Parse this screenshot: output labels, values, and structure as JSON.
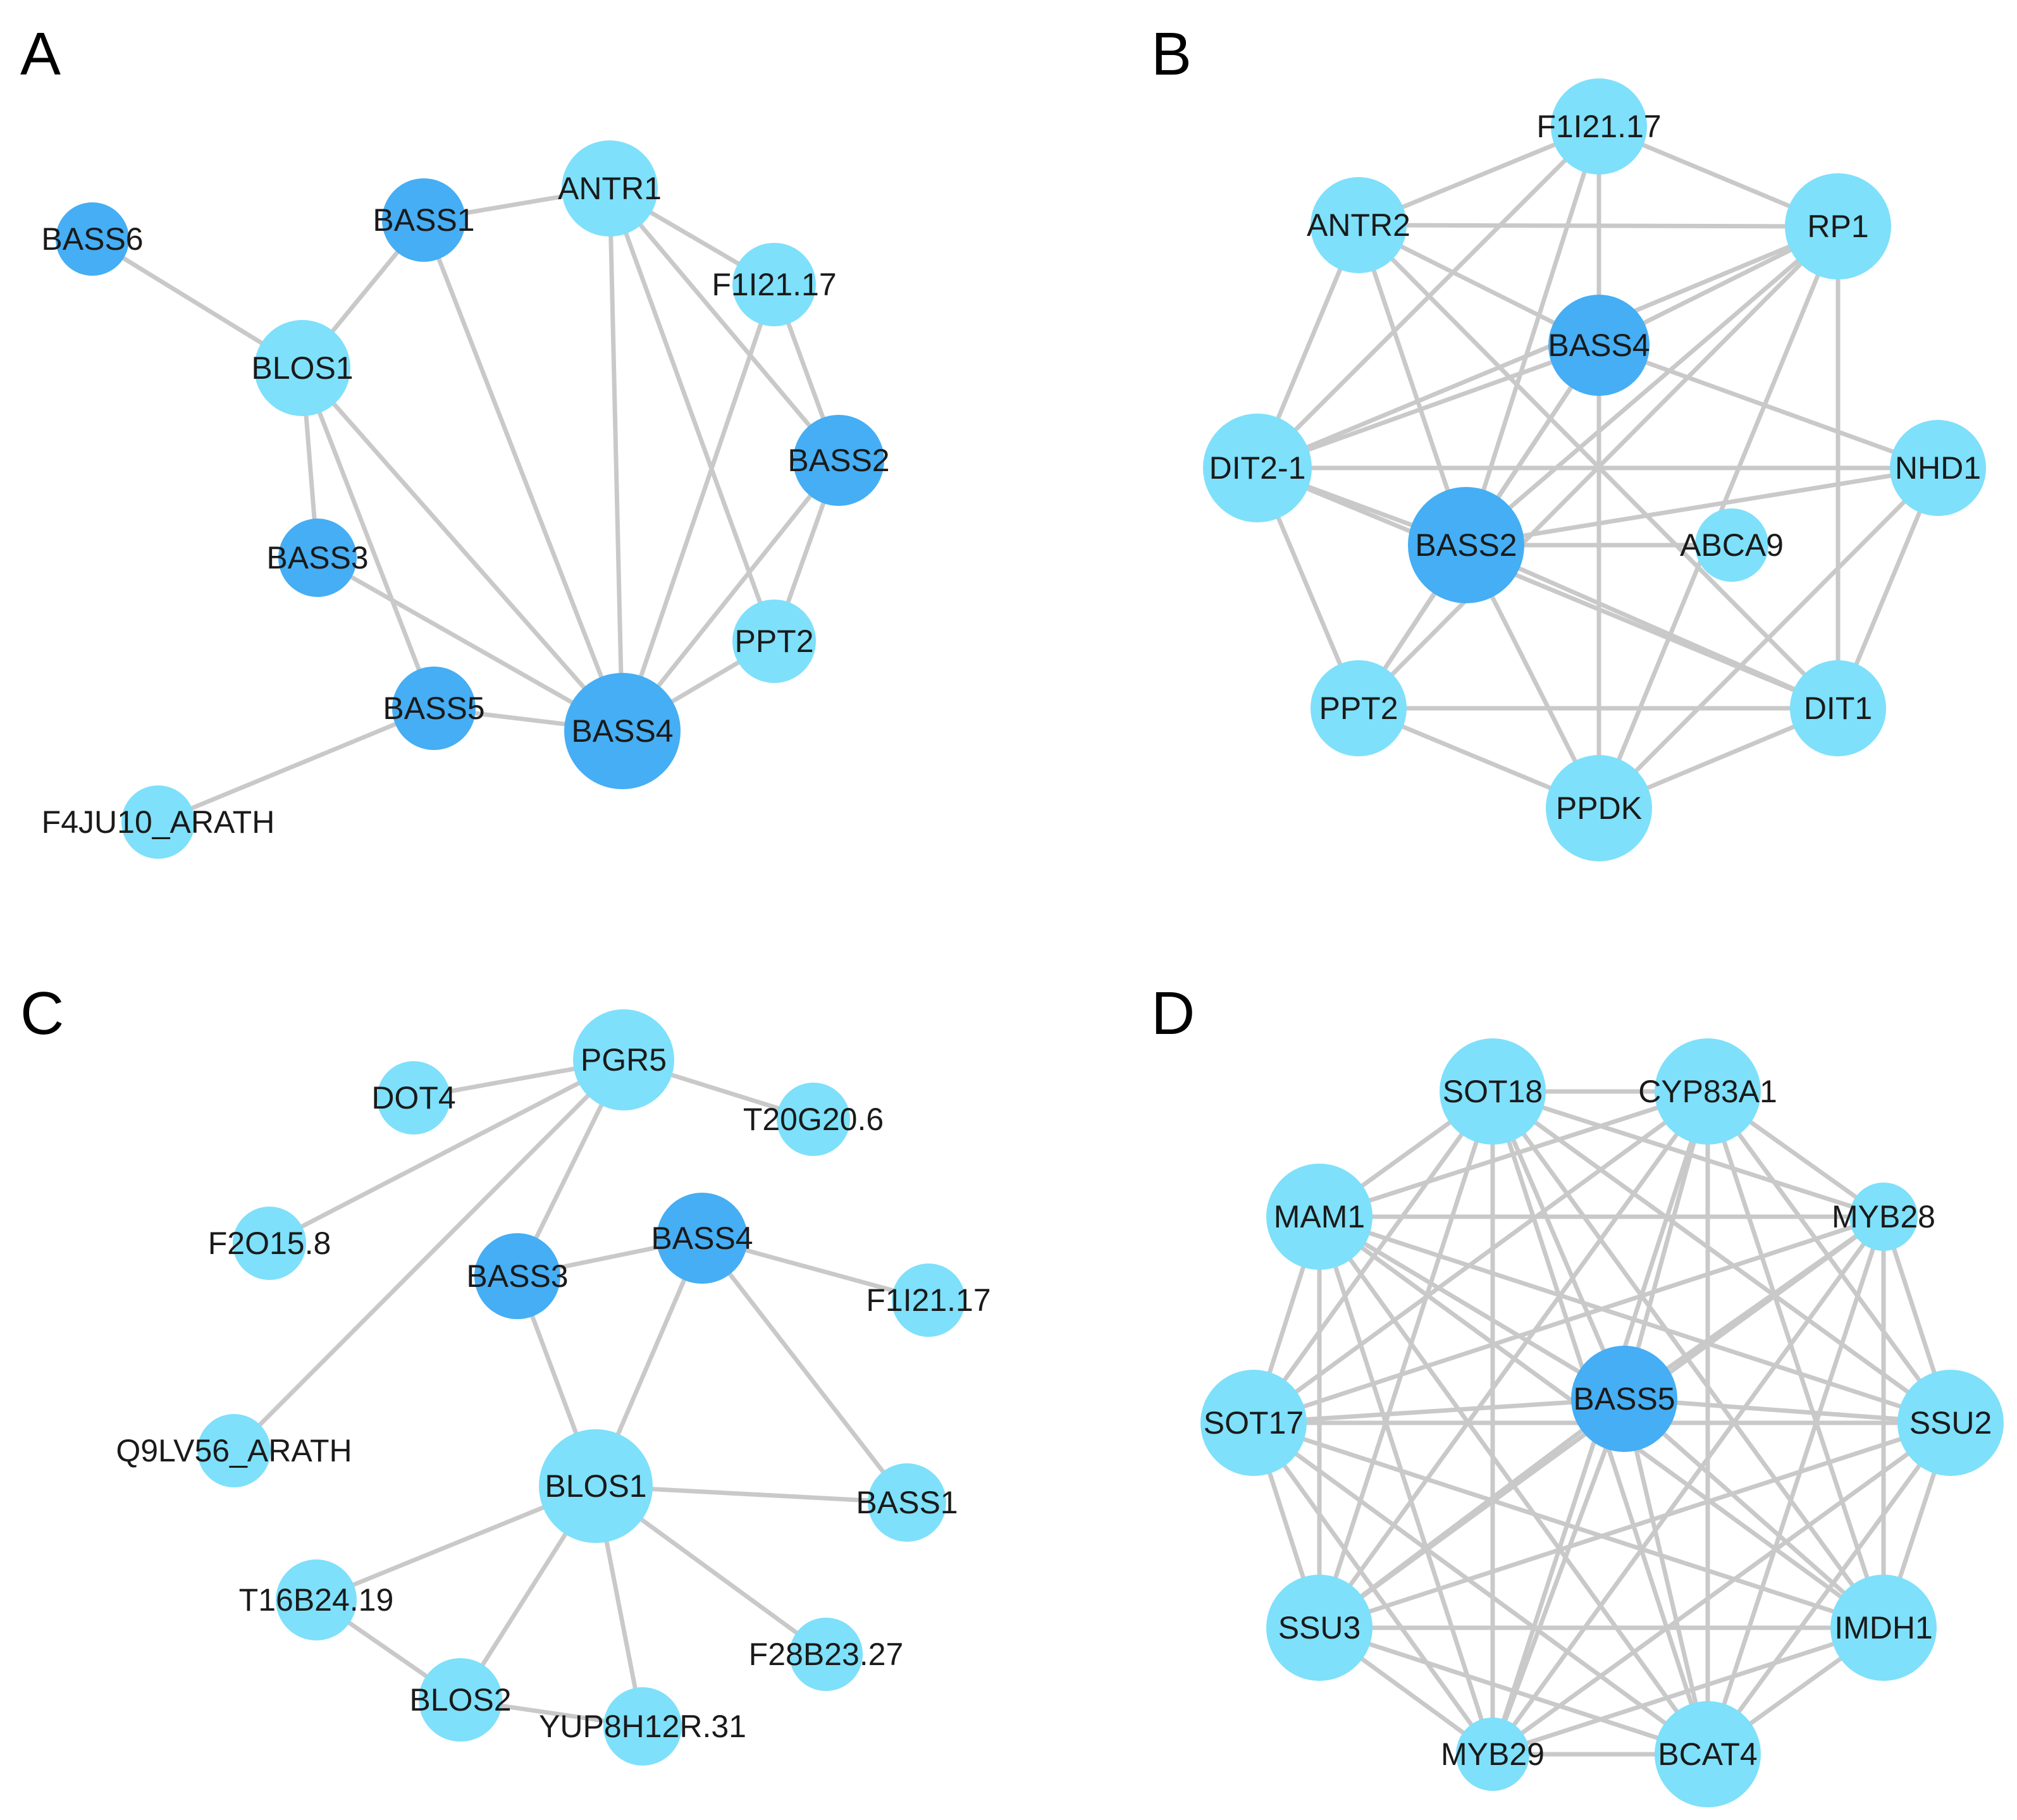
{
  "colors": {
    "hub_node": "#45AEF4",
    "regular_node": "#7EE0FA",
    "edge": "#c9c9c9",
    "label": "#1a1a1a"
  },
  "panels": [
    {
      "letter": "A",
      "nodes": [
        {
          "label": "BASS6",
          "type": "hub"
        },
        {
          "label": "BASS1",
          "type": "hub"
        },
        {
          "label": "ANTR1",
          "type": "regular"
        },
        {
          "label": "F1I21.17",
          "type": "regular"
        },
        {
          "label": "BLOS1",
          "type": "regular"
        },
        {
          "label": "BASS2",
          "type": "hub"
        },
        {
          "label": "BASS3",
          "type": "hub"
        },
        {
          "label": "PPT2",
          "type": "regular"
        },
        {
          "label": "BASS5",
          "type": "hub"
        },
        {
          "label": "BASS4",
          "type": "hub"
        },
        {
          "label": "F4JU10_ARATH",
          "type": "regular"
        }
      ],
      "edges": [
        [
          "BASS6",
          "BLOS1"
        ],
        [
          "BLOS1",
          "BASS1"
        ],
        [
          "BASS1",
          "ANTR1"
        ],
        [
          "BASS1",
          "BASS4"
        ],
        [
          "BLOS1",
          "BASS3"
        ],
        [
          "BLOS1",
          "BASS5"
        ],
        [
          "BLOS1",
          "BASS4"
        ],
        [
          "ANTR1",
          "F1I21.17"
        ],
        [
          "ANTR1",
          "BASS2"
        ],
        [
          "ANTR1",
          "BASS4"
        ],
        [
          "ANTR1",
          "PPT2"
        ],
        [
          "F1I21.17",
          "BASS2"
        ],
        [
          "F1I21.17",
          "BASS4"
        ],
        [
          "BASS2",
          "PPT2"
        ],
        [
          "BASS2",
          "BASS4"
        ],
        [
          "BASS3",
          "BASS4"
        ],
        [
          "BASS5",
          "BASS4"
        ],
        [
          "PPT2",
          "BASS4"
        ],
        [
          "BASS5",
          "F4JU10_ARATH"
        ]
      ]
    },
    {
      "letter": "B",
      "nodes": [
        {
          "label": "F1I21.17",
          "type": "regular"
        },
        {
          "label": "ANTR2",
          "type": "regular"
        },
        {
          "label": "RP1",
          "type": "regular"
        },
        {
          "label": "BASS4",
          "type": "hub"
        },
        {
          "label": "DIT2-1",
          "type": "regular"
        },
        {
          "label": "NHD1",
          "type": "regular"
        },
        {
          "label": "BASS2",
          "type": "hub"
        },
        {
          "label": "ABCA9",
          "type": "regular"
        },
        {
          "label": "PPT2",
          "type": "regular"
        },
        {
          "label": "DIT1",
          "type": "regular"
        },
        {
          "label": "PPDK",
          "type": "regular"
        }
      ],
      "edges": [
        [
          "F1I21.17",
          "ANTR2"
        ],
        [
          "F1I21.17",
          "RP1"
        ],
        [
          "F1I21.17",
          "BASS4"
        ],
        [
          "F1I21.17",
          "DIT2-1"
        ],
        [
          "F1I21.17",
          "BASS2"
        ],
        [
          "ANTR2",
          "RP1"
        ],
        [
          "ANTR2",
          "BASS4"
        ],
        [
          "ANTR2",
          "DIT2-1"
        ],
        [
          "ANTR2",
          "BASS2"
        ],
        [
          "ANTR2",
          "DIT1"
        ],
        [
          "RP1",
          "BASS4"
        ],
        [
          "RP1",
          "DIT2-1"
        ],
        [
          "RP1",
          "BASS2"
        ],
        [
          "RP1",
          "PPT2"
        ],
        [
          "RP1",
          "DIT1"
        ],
        [
          "RP1",
          "PPDK"
        ],
        [
          "BASS4",
          "DIT2-1"
        ],
        [
          "BASS4",
          "NHD1"
        ],
        [
          "BASS4",
          "BASS2"
        ],
        [
          "BASS4",
          "PPT2"
        ],
        [
          "BASS4",
          "PPDK"
        ],
        [
          "DIT2-1",
          "NHD1"
        ],
        [
          "DIT2-1",
          "BASS2"
        ],
        [
          "DIT2-1",
          "PPT2"
        ],
        [
          "DIT2-1",
          "DIT1"
        ],
        [
          "NHD1",
          "BASS2"
        ],
        [
          "NHD1",
          "DIT1"
        ],
        [
          "NHD1",
          "PPDK"
        ],
        [
          "BASS2",
          "ABCA9"
        ],
        [
          "BASS2",
          "PPT2"
        ],
        [
          "BASS2",
          "DIT1"
        ],
        [
          "BASS2",
          "PPDK"
        ],
        [
          "PPT2",
          "DIT1"
        ],
        [
          "PPT2",
          "PPDK"
        ],
        [
          "DIT1",
          "PPDK"
        ]
      ]
    },
    {
      "letter": "C",
      "nodes": [
        {
          "label": "PGR5",
          "type": "regular"
        },
        {
          "label": "DOT4",
          "type": "regular"
        },
        {
          "label": "T20G20.6",
          "type": "regular"
        },
        {
          "label": "F2O15.8",
          "type": "regular"
        },
        {
          "label": "BASS4",
          "type": "hub"
        },
        {
          "label": "BASS3",
          "type": "hub"
        },
        {
          "label": "F1I21.17",
          "type": "regular"
        },
        {
          "label": "Q9LV56_ARATH",
          "type": "regular"
        },
        {
          "label": "BLOS1",
          "type": "regular"
        },
        {
          "label": "BASS1",
          "type": "regular"
        },
        {
          "label": "T16B24.19",
          "type": "regular"
        },
        {
          "label": "F28B23.27",
          "type": "regular"
        },
        {
          "label": "BLOS2",
          "type": "regular"
        },
        {
          "label": "YUP8H12R.31",
          "type": "regular"
        }
      ],
      "edges": [
        [
          "PGR5",
          "DOT4"
        ],
        [
          "PGR5",
          "T20G20.6"
        ],
        [
          "PGR5",
          "F2O15.8"
        ],
        [
          "PGR5",
          "BASS3"
        ],
        [
          "PGR5",
          "Q9LV56_ARATH"
        ],
        [
          "BASS3",
          "BASS4"
        ],
        [
          "BASS4",
          "F1I21.17"
        ],
        [
          "BASS4",
          "BLOS1"
        ],
        [
          "BASS4",
          "BASS1"
        ],
        [
          "BASS3",
          "BLOS1"
        ],
        [
          "BLOS1",
          "BASS1"
        ],
        [
          "BLOS1",
          "T16B24.19"
        ],
        [
          "BLOS1",
          "F28B23.27"
        ],
        [
          "BLOS1",
          "BLOS2"
        ],
        [
          "BLOS1",
          "YUP8H12R.31"
        ],
        [
          "T16B24.19",
          "BLOS2"
        ],
        [
          "BLOS2",
          "YUP8H12R.31"
        ]
      ]
    },
    {
      "letter": "D",
      "nodes": [
        {
          "label": "SOT18",
          "type": "regular"
        },
        {
          "label": "CYP83A1",
          "type": "regular"
        },
        {
          "label": "MAM1",
          "type": "regular"
        },
        {
          "label": "MYB28",
          "type": "regular"
        },
        {
          "label": "SOT17",
          "type": "regular"
        },
        {
          "label": "BASS5",
          "type": "hub"
        },
        {
          "label": "SSU2",
          "type": "regular"
        },
        {
          "label": "SSU3",
          "type": "regular"
        },
        {
          "label": "IMDH1",
          "type": "regular"
        },
        {
          "label": "MYB29",
          "type": "regular"
        },
        {
          "label": "BCAT4",
          "type": "regular"
        }
      ],
      "edges": "complete"
    }
  ]
}
